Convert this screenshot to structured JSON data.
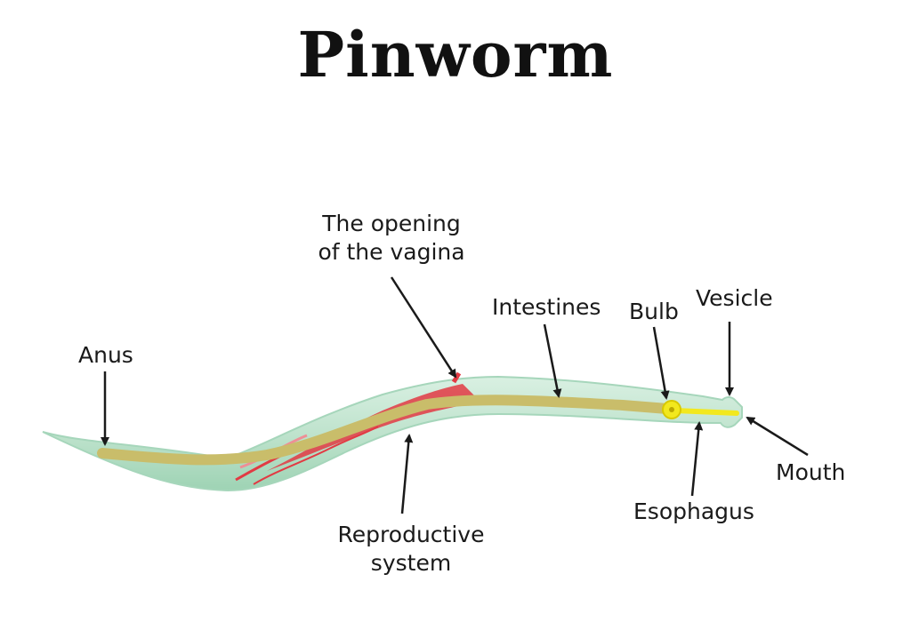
{
  "title": "Pinworm",
  "labels": {
    "opening_line1": "The opening",
    "opening_line2": "of the vagina",
    "intestines": "Intestines",
    "bulb": "Bulb",
    "vesicle": "Vesicle",
    "anus": "Anus",
    "mouth": "Mouth",
    "esophagus": "Esophagus",
    "reproductive_line1": "Reproductive",
    "reproductive_line2": "system"
  },
  "colors": {
    "body_fill": "#bfe3cd",
    "body_edge": "#8fcaa8",
    "intestine": "#c9bd6a",
    "reproductive": "#e23a43",
    "esophagus": "#f2e81e",
    "arrow": "#1a1a1a"
  }
}
